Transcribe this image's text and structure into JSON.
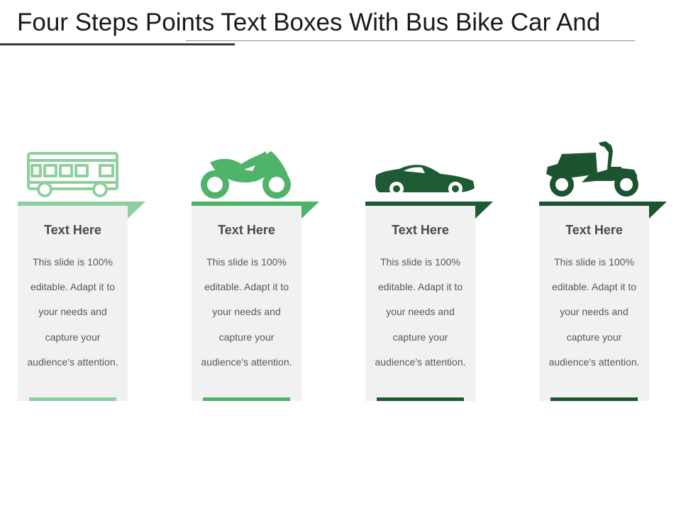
{
  "slide": {
    "title": "Four Steps Points Text Boxes With Bus Bike Car And"
  },
  "steps": [
    {
      "icon": "bus-icon",
      "color": "#8fcf9e",
      "heading": "Text Here",
      "body_lines": [
        "This slide is 100%",
        "editable. Adapt it to",
        "your needs and",
        "capture your",
        "audience's attention."
      ]
    },
    {
      "icon": "motorcycle-icon",
      "color": "#4fb36a",
      "heading": "Text Here",
      "body_lines": [
        "This slide is 100%",
        "editable. Adapt it to",
        "your needs and",
        "capture your",
        "audience's attention."
      ]
    },
    {
      "icon": "car-icon",
      "color": "#1e5a33",
      "heading": "Text Here",
      "body_lines": [
        "This slide is 100%",
        "editable. Adapt it to",
        "your needs and",
        "capture your",
        "audience's attention."
      ]
    },
    {
      "icon": "scooter-icon",
      "color": "#1d5430",
      "heading": "Text Here",
      "body_lines": [
        "This slide is 100%",
        "editable. Adapt it to",
        "your needs and",
        "capture your",
        "audience's attention."
      ]
    }
  ]
}
